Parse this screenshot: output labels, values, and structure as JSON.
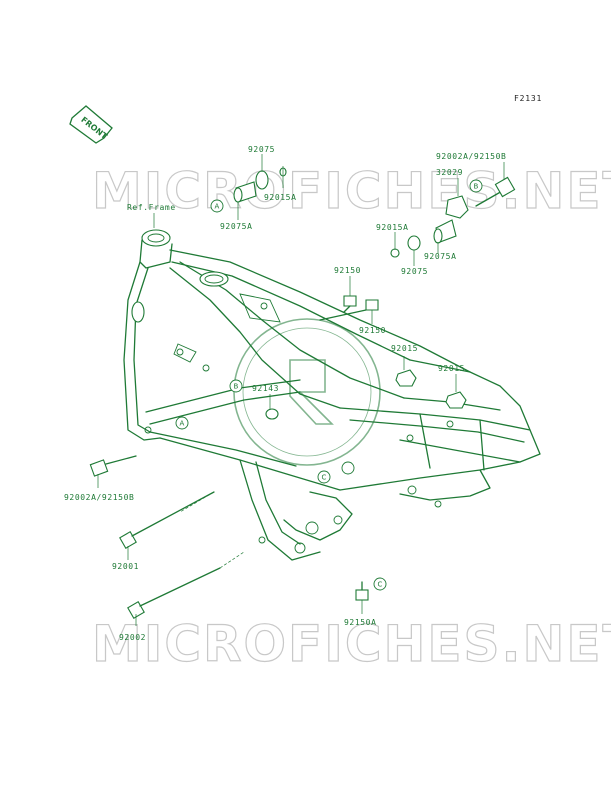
{
  "diagram_code": "F2131",
  "front_indicator": "FRONT",
  "watermark": {
    "top": "MICROFICHES.NET",
    "bottom": "MICROFICHES.NET"
  },
  "ref_frame_label": "Ref.Frame",
  "part_labels": {
    "p92075": "92075",
    "p92015A_top": "92015A",
    "p92075A_left": "92075A",
    "p32029": "32029",
    "p92002A_top": "92002A/92150B",
    "p92015A_mid": "92015A",
    "p92075A_right": "92075A",
    "p92075_right": "92075",
    "p92150_a": "92150",
    "p92150_b": "92150",
    "p92015_a": "92015",
    "p92015_b": "92015",
    "p92143": "92143",
    "p92002A_left": "92002A/92150B",
    "p92001": "92001",
    "p92002": "92002",
    "p92150A": "92150A"
  },
  "callouts": {
    "A": "A",
    "B": "B",
    "C": "C"
  },
  "colors": {
    "line": "#1f7a36",
    "watermark": "#c8c8c8",
    "code": "#222222"
  }
}
